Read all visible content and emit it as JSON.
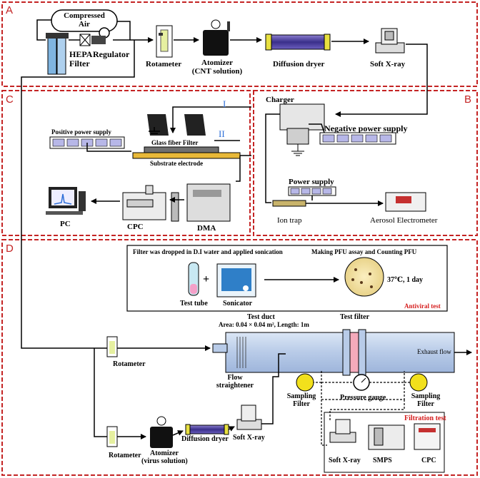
{
  "sections": {
    "A": "A",
    "B": "B",
    "C": "C",
    "D": "D"
  },
  "section_a": {
    "compressed_air": "Compressed\nAir",
    "hepa_filter": "HEPA\nFilter",
    "regulator": "Regulator",
    "rotameter": "Rotameter",
    "atomizer": "Atomizer\n(CNT solution)",
    "diffusion_dryer": "Diffusion dryer",
    "soft_xray": "Soft X-ray"
  },
  "section_b": {
    "charger": "Charger",
    "negative_power_supply": "Negative power supply",
    "power_supply": "Power supply",
    "ion_trap": "Ion trap",
    "aerosol_electrometer": "Aerosol Electrometer"
  },
  "section_c": {
    "path_one": "I",
    "path_two": "II",
    "positive_power_supply": "Positive power supply",
    "glass_fiber_filter": "Glass fiber Filter",
    "substrate_electrode": "Substrate electrode",
    "pc": "PC",
    "cpc": "CPC",
    "dma": "DMA"
  },
  "section_d": {
    "antiviral_header_left": "Filter was dropped in D.I water and applied sonication",
    "antiviral_header_right": "Making PFU assay and Counting PFU",
    "test_tube": "Test tube",
    "sonicator": "Sonicator",
    "plus": "+",
    "incubation": "37℃, 1 day",
    "antiviral_test": "Antiviral test",
    "test_duct": "Test duct",
    "duct_spec": "Area: 0.04 × 0.04 m², Length: 1m",
    "test_filter": "Test filter",
    "exhaust_flow": "Exhaust flow",
    "rotameter_upper": "Rotameter",
    "flow_straightener": "Flow\nstraightener",
    "sampling_filter_left": "Sampling\nFilter",
    "sampling_filter_right": "Sampling\nFilter",
    "pressure_gauge": "Pressure gauge",
    "rotameter_lower": "Rotameter",
    "atomizer": "Atomizer\n(virus solution)",
    "diffusion_dryer": "Diffusion dryer",
    "soft_xray": "Soft X-ray",
    "filtration_test": "Filtration test",
    "ft_soft_xray": "Soft X-ray",
    "ft_smps": "SMPS",
    "ft_cpc": "CPC"
  },
  "colors": {
    "section_border": "#c42424",
    "accent_blue": "#2e6fd8",
    "antiviral_red": "#d51c1c"
  }
}
